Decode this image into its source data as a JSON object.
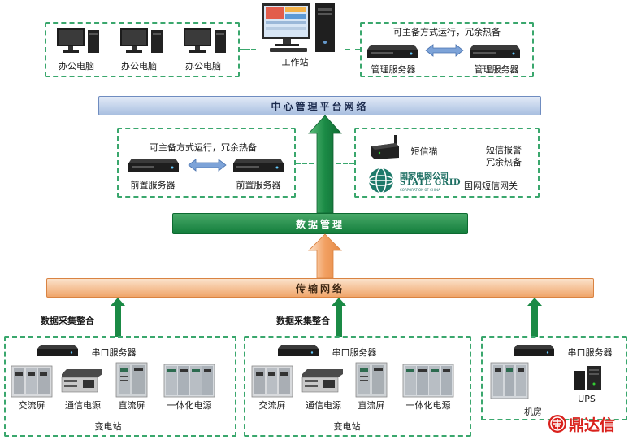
{
  "bands": {
    "center": "中心管理平台网络",
    "data_mgmt": "数据管理",
    "transport": "传输网络"
  },
  "top": {
    "office_pc_1": "办公电脑",
    "office_pc_2": "办公电脑",
    "office_pc_3": "办公电脑",
    "workstation": "工作站",
    "mgmt_note": "可主备方式运行，冗余热备",
    "mgmt_server_1": "管理服务器",
    "mgmt_server_2": "管理服务器"
  },
  "middle": {
    "front_note": "可主备方式运行，冗余热备",
    "front_server_1": "前置服务器",
    "front_server_2": "前置服务器",
    "sms_cat": "短信猫",
    "sms_alarm_line1": "短信报警",
    "sms_alarm_line2": "冗余热备",
    "state_grid_cn": "国家电网公司",
    "state_grid_en": "STATE GRID",
    "state_grid_sub": "CORPORATION OF CHINA",
    "sms_gateway": "国网短信网关"
  },
  "bottom": {
    "collect_label_1": "数据采集整合",
    "collect_label_2": "数据采集整合",
    "serial_server_1": "串口服务器",
    "serial_server_2": "串口服务器",
    "serial_server_3": "串口服务器",
    "ac_panel_1": "交流屏",
    "comm_power_1": "通信电源",
    "dc_panel_1": "直流屏",
    "integrated_power_1": "一体化电源",
    "substation_1": "变电站",
    "ac_panel_2": "交流屏",
    "comm_power_2": "通信电源",
    "dc_panel_2": "直流屏",
    "integrated_power_2": "一体化电源",
    "substation_2": "变电站",
    "ups": "UPS",
    "machine_room": "机房"
  },
  "watermark": "鼎达信",
  "colors": {
    "dashed_border": "#3aa76d",
    "band_blue": "#a9bfe0",
    "band_green": "#137e3c",
    "band_orange": "#f0a56a",
    "arrow_green": "#1a8a45",
    "arrow_orange": "#f2a062",
    "arrow_double": "#7da3d8",
    "logo_red": "#d9211c"
  }
}
